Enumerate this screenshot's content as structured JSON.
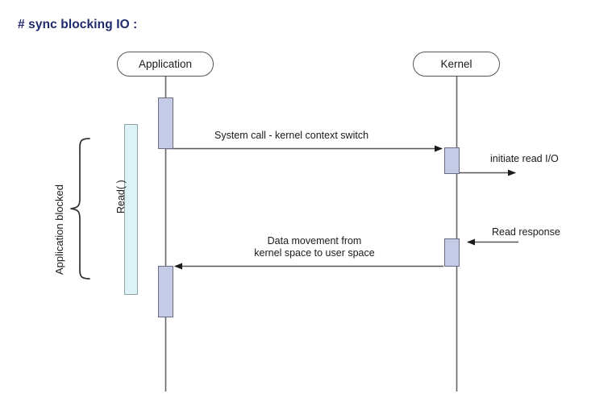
{
  "page": {
    "title": "# sync blocking IO :",
    "background_color": "#ffffff"
  },
  "colors": {
    "title_text": "#1f2a6e",
    "activation_fill": "#c3cbe6",
    "activation_stroke": "#6b6b82",
    "read_bar_fill": "#dcf2f5",
    "read_bar_stroke": "#8fa3ad",
    "lifeline_stroke": "#666666",
    "arrow_stroke": "#555555",
    "head_box_stroke": "#555555",
    "body_text": "#1a1a1a"
  },
  "diagram": {
    "type": "sequence-diagram",
    "participants": [
      {
        "id": "application",
        "label": "Application"
      },
      {
        "id": "kernel",
        "label": "Kernel"
      }
    ],
    "annotations": [
      {
        "id": "application-blocked",
        "label": "Application blocked",
        "orientation": "vertical"
      },
      {
        "id": "read-call",
        "label": "Read( )",
        "orientation": "vertical"
      }
    ],
    "messages": [
      {
        "id": "system-call",
        "label": "System call - kernel context switch",
        "from": "application",
        "to": "kernel",
        "direction": "right"
      },
      {
        "id": "initiate-read-io",
        "label": "initiate read I/O",
        "from": "kernel",
        "to": "external",
        "direction": "right"
      },
      {
        "id": "read-response",
        "label": "Read response",
        "from": "external",
        "to": "kernel",
        "direction": "left"
      },
      {
        "id": "data-movement",
        "label_line1": "Data movement from",
        "label_line2": "kernel space to user space",
        "from": "kernel",
        "to": "application",
        "direction": "left"
      }
    ]
  }
}
